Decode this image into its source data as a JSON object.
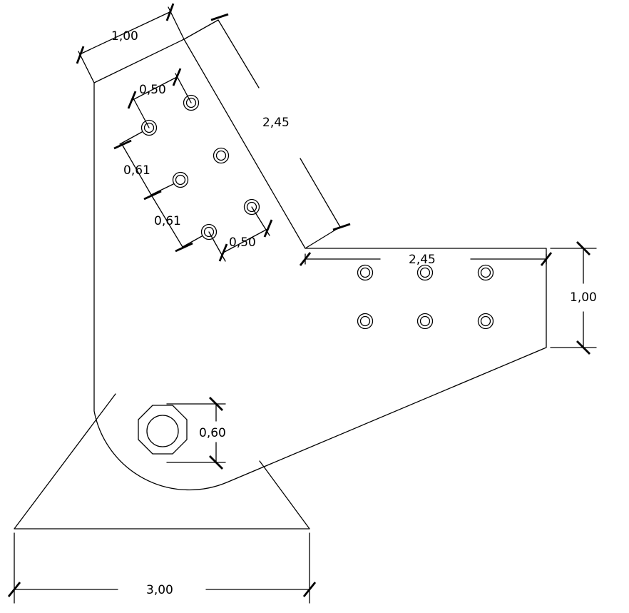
{
  "dimensions": {
    "top_width": "1,00",
    "diagonal_length": "2,45",
    "upper_hole_spacing": "0,50",
    "hole_pitch_1": "0,61",
    "hole_pitch_2": "0,61",
    "lower_hole_spacing": "0,50",
    "arm_length": "2,45",
    "arm_width": "1,00",
    "pin_diameter": "0,60",
    "base_width": "3,00"
  }
}
